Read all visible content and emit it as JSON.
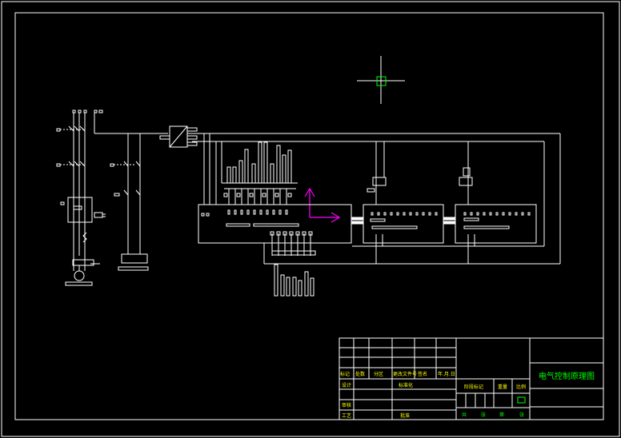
{
  "drawing": {
    "title": "电气控制原理图",
    "colors": {
      "background": "#000000",
      "lines": "#ffffff",
      "crosshair": "#00ff00",
      "ucs": "#ff00ff",
      "title_text": "#00ff00",
      "table_text": "#ffff00"
    }
  },
  "title_block": {
    "row1": [
      "标记",
      "处数",
      "分区",
      "更改文件号",
      "签名",
      "年.月.日"
    ],
    "row2": [
      "设计",
      "标准化"
    ],
    "row3_left": "审核",
    "row4_left": [
      "工艺",
      "批准"
    ],
    "stage_label": "阶段标记",
    "weight_label": "重量",
    "scale_label": "比例",
    "footer": [
      "共",
      "张",
      "第",
      "张"
    ]
  }
}
